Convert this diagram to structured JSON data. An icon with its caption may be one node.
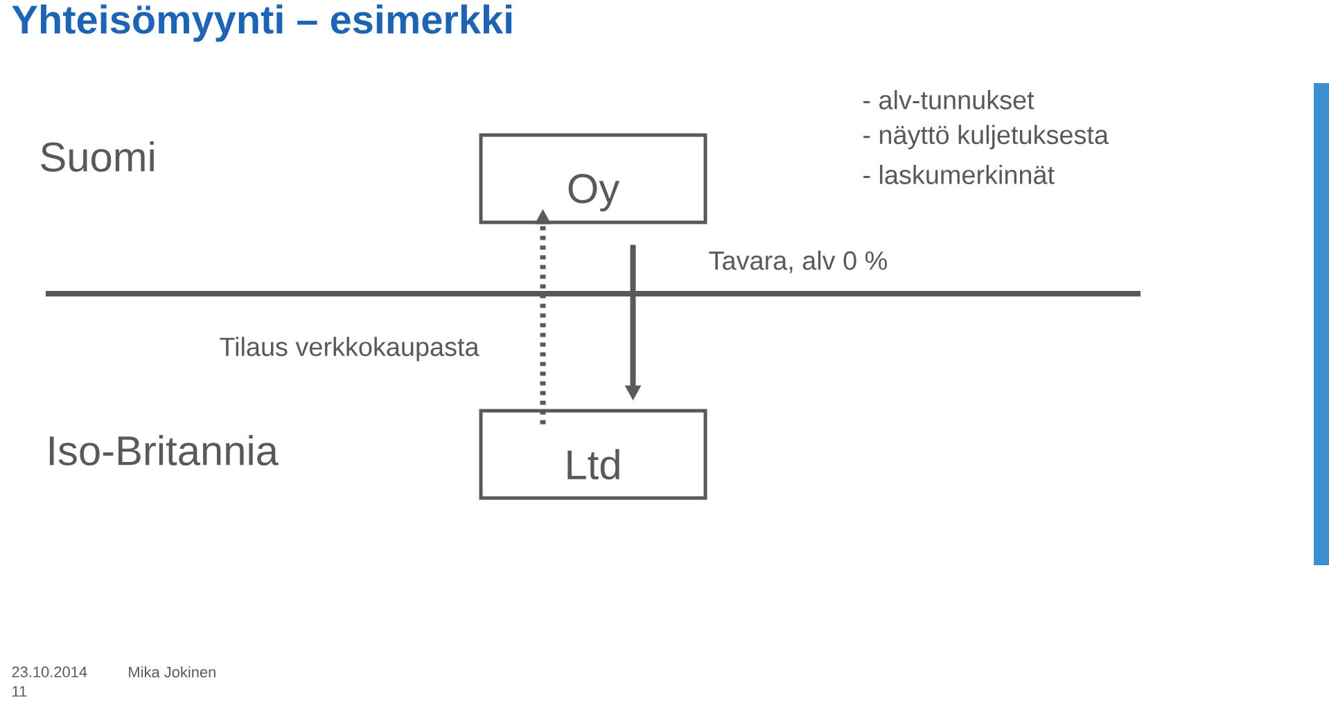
{
  "diagram": {
    "title": "Yhteisömyynti – esimerkki",
    "nodes": [
      {
        "text": [
          "Oy"
        ]
      },
      {
        "text": [
          "Ltd"
        ]
      }
    ],
    "edges": [
      {
        "from": 1,
        "to": 0,
        "arrow": "to",
        "style": "dashed",
        "label": "Tilaus verkkokaupasta"
      },
      {
        "from": 0,
        "to": 1,
        "arrow": "to",
        "label": "Tavara, alv 0 %"
      }
    ],
    "labels": [
      "Suomi",
      "- alv-tunnukset",
      "- näyttö kuljetuksesta",
      "- laskumerkinnät",
      "Iso-Britannia",
      "23.10.2014",
      "Mika Jokinen",
      "11"
    ]
  }
}
